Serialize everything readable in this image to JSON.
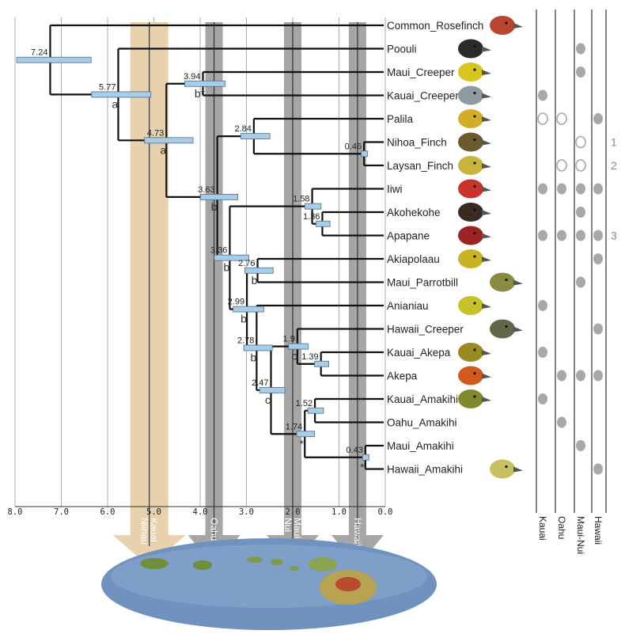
{
  "axis": {
    "ticks": [
      "8.0",
      "7.0",
      "6.0",
      "5.0",
      "4.0",
      "3.0",
      "2.0",
      "1.0",
      "0.0"
    ]
  },
  "islands": {
    "bands": [
      {
        "label": "Kauai\nNiihau",
        "age": 5.1,
        "color": "#e7d2ad"
      },
      {
        "label": "Oahu",
        "age": 3.7,
        "color": "#a6a6a6"
      },
      {
        "label": "Maui-\nNui",
        "age": 2.0,
        "color": "#a6a6a6"
      },
      {
        "label": "Hawaii",
        "age": 0.6,
        "color": "#a6a6a6"
      }
    ],
    "columns": [
      "Kauai",
      "Oahu",
      "Maui-Nui",
      "Hawaii"
    ]
  },
  "taxa": [
    {
      "name": "Common_Rosefinch",
      "head": "#b8452f"
    },
    {
      "name": "Poouli",
      "head": "#2b2b2b"
    },
    {
      "name": "Maui_Creeper",
      "head": "#d8c51e"
    },
    {
      "name": "Kauai_Creeper",
      "head": "#8f9ba0"
    },
    {
      "name": "Palila",
      "head": "#d3ad26"
    },
    {
      "name": "Nihoa_Finch",
      "head": "#6a5a2c"
    },
    {
      "name": "Laysan_Finch",
      "head": "#c8b43c"
    },
    {
      "name": "Iiwi",
      "head": "#c9332a"
    },
    {
      "name": "Akohekohe",
      "head": "#3a2a22"
    },
    {
      "name": "Apapane",
      "head": "#9b2324"
    },
    {
      "name": "Akiapolaau",
      "head": "#c9b320"
    },
    {
      "name": "Maui_Parrotbill",
      "head": "#8a8a40"
    },
    {
      "name": "Anianiau",
      "head": "#c8c22a"
    },
    {
      "name": "Hawaii_Creeper",
      "head": "#606848"
    },
    {
      "name": "Kauai_Akepa",
      "head": "#9a8a20"
    },
    {
      "name": "Akepa",
      "head": "#d35a1f"
    },
    {
      "name": "Kauai_Amakihi",
      "head": "#7f8a2c"
    },
    {
      "name": "Oahu_Amakihi",
      "head": ""
    },
    {
      "name": "Maui_Amakihi",
      "head": ""
    },
    {
      "name": "Hawaii_Amakihi",
      "head": "#c8c060"
    }
  ],
  "nodes": [
    {
      "age": "7.24",
      "letter": ""
    },
    {
      "age": "5.77",
      "letter": "a"
    },
    {
      "age": "4.73",
      "letter": "a"
    },
    {
      "age": "3.94",
      "letter": "b*"
    },
    {
      "age": "3.63",
      "letter": "b"
    },
    {
      "age": "2.84",
      "letter": ""
    },
    {
      "age": "0.46",
      "letter": ""
    },
    {
      "age": "3.36",
      "letter": "b"
    },
    {
      "age": "2.76",
      "letter": "b"
    },
    {
      "age": "1.58",
      "letter": ""
    },
    {
      "age": "1.36",
      "letter": ""
    },
    {
      "age": "2.99",
      "letter": "b"
    },
    {
      "age": "2.78",
      "letter": "b"
    },
    {
      "age": "1.9",
      "letter": "c"
    },
    {
      "age": "1.39",
      "letter": ""
    },
    {
      "age": "2.47",
      "letter": "c"
    },
    {
      "age": "1.74",
      "letter": "*"
    },
    {
      "age": "1.52",
      "letter": ""
    },
    {
      "age": "0.43",
      "letter": "*"
    }
  ],
  "footnotes": [
    "1",
    "2",
    "3"
  ],
  "colors": {
    "tree": "#111111",
    "bar_fill": "#a9cde6",
    "bar_stroke": "#4d6f8a",
    "dot": "#a8a8ac",
    "grid": "#999999",
    "ocean": "#6f92bf"
  }
}
